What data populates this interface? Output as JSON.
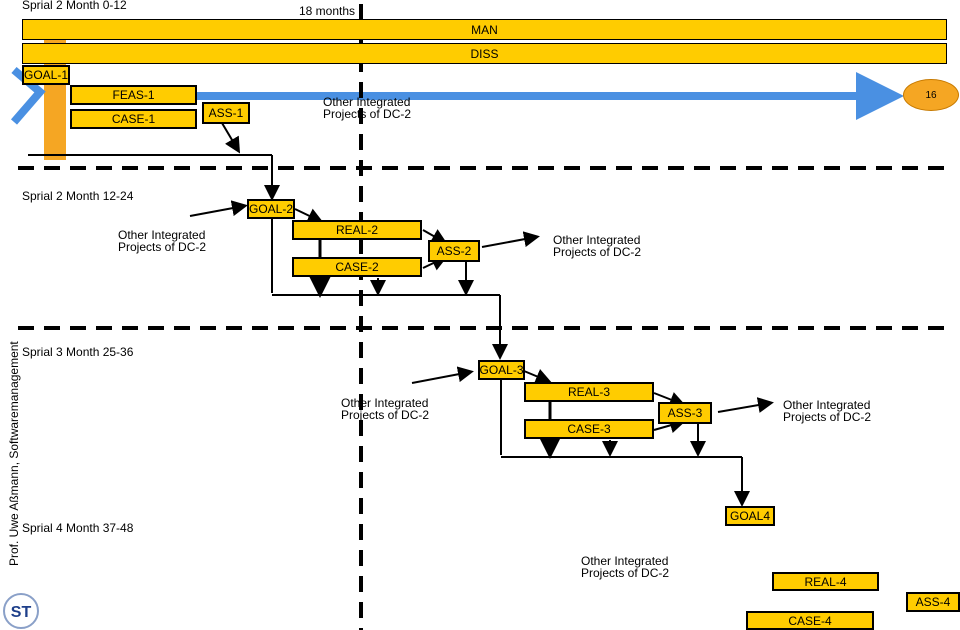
{
  "spirals": {
    "s1": "Sprial 2 Month 0-12",
    "s2": "Sprial 2 Month 12-24",
    "s3": "Sprial 3 Month 25-36",
    "s4": "Sprial 4 Month 37-48"
  },
  "timeline_label": "18 months",
  "bars": {
    "man": "MAN",
    "diss": "DISS"
  },
  "boxes": {
    "goal1": "GOAL-1",
    "feas1": "FEAS-1",
    "case1": "CASE-1",
    "ass1": "ASS-1",
    "goal2": "GOAL-2",
    "real2": "REAL-2",
    "case2": "CASE-2",
    "ass2": "ASS-2",
    "goal3": "GOAL-3",
    "real3": "REAL-3",
    "case3": "CASE-3",
    "ass3": "ASS-3",
    "goal4": "GOAL4",
    "real4": "REAL-4",
    "case4": "CASE-4",
    "ass4": "ASS-4"
  },
  "other_projects": {
    "line1": "Other Integrated",
    "line2": "Projects of DC-2"
  },
  "page_number": "16",
  "author": "Prof. Uwe Aßmann, Softwaremanagement",
  "logo_text": "ST"
}
